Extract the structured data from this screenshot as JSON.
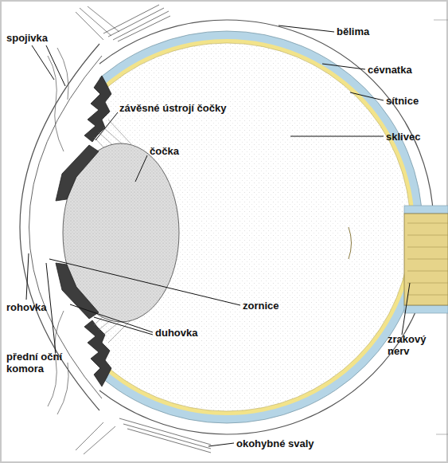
{
  "diagram": {
    "labels": [
      "spojivka",
      "bělima",
      "cévnatka",
      "závěsné ústrojí čočky",
      "sítnice",
      "čočka",
      "sklivec",
      "zornice",
      "duhovka",
      "zrakový nerv",
      "rohovka",
      "přední oční komora",
      "okohybné svaly"
    ]
  }
}
